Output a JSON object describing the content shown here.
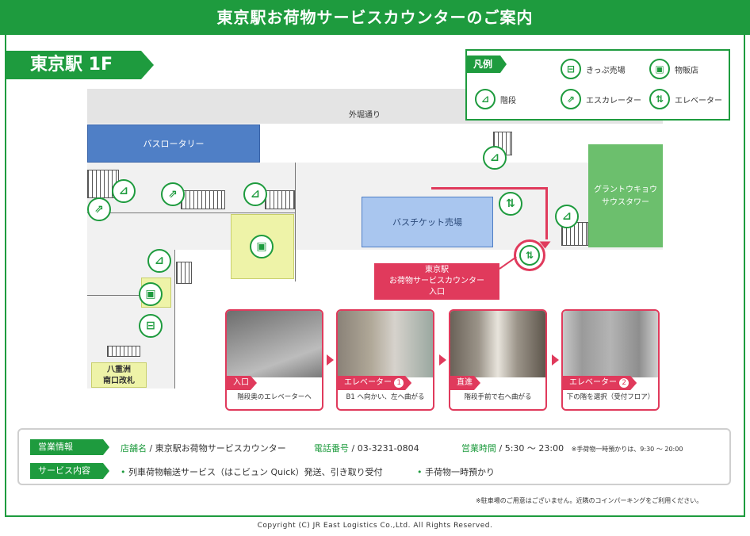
{
  "header": {
    "title": "東京駅お荷物サービスカウンターのご案内"
  },
  "floor": {
    "label": "東京駅 1F"
  },
  "legend": {
    "title": "凡例",
    "items": {
      "ticket": "きっぷ売場",
      "shop": "物販店",
      "stairs": "階段",
      "escalator": "エスカレーター",
      "elevator": "エレベーター"
    }
  },
  "map": {
    "street": "外堀通り",
    "bus_rotary": "バスロータリー",
    "bus_ticket": "バスチケット売場",
    "tower_line1": "グラントウキョウ",
    "tower_line2": "サウスタワー",
    "gate_line1": "八重洲",
    "gate_line2": "南口改札",
    "counter_line1": "東京駅",
    "counter_line2": "お荷物サービスカウンター",
    "counter_line3": "入口"
  },
  "steps": [
    {
      "tag": "入口",
      "caption": "階段奥のエレベーターへ"
    },
    {
      "tag": "エレベーター",
      "num": "1",
      "caption": "B1 へ向かい、左へ曲がる"
    },
    {
      "tag": "直進",
      "caption": "階段手前で右へ曲がる"
    },
    {
      "tag": "エレベーター",
      "num": "2",
      "caption": "下の階を選択（受付フロア）"
    }
  ],
  "info": {
    "business_tag": "営業情報",
    "service_tag": "サービス内容",
    "store_label": "店舗名",
    "store_value": "東京駅お荷物サービスカウンター",
    "phone_label": "電話番号",
    "phone_value": "03-3231-0804",
    "hours_label": "営業時間",
    "hours_value": "5:30 ～ 23:00",
    "hours_note": "※手荷物一時預かりは、9:30 ～ 20:00",
    "service1": "列車荷物輸送サービス（はこビュン Quick）発送、引き取り受付",
    "service2": "手荷物一時預かり",
    "parking_note": "※駐車場のご用意はございません。近隣のコインパーキングをご利用ください。"
  },
  "footer": "Copyright (C) JR East Logistics Co.,Ltd. All Rights Reserved.",
  "colors": {
    "brand": "#1e9b3e",
    "accent": "#e03a5c",
    "bus": "#4f7fc6",
    "tower": "#6cbf6d"
  }
}
